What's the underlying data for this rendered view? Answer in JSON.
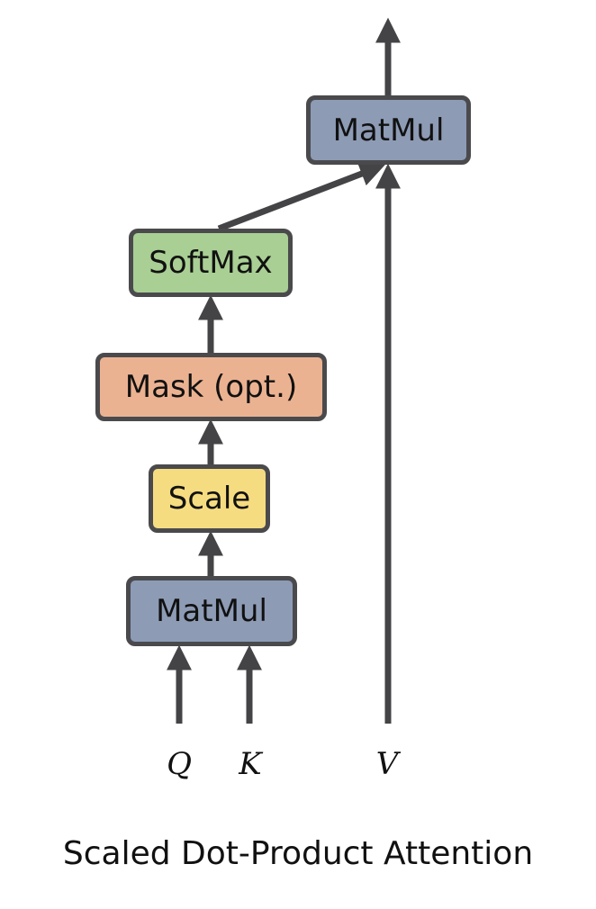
{
  "diagram": {
    "caption": "Scaled Dot-Product Attention",
    "nodes": {
      "matmul_top": {
        "label": "MatMul",
        "color": "#8d9bb5"
      },
      "softmax": {
        "label": "SoftMax",
        "color": "#a9cf94"
      },
      "mask": {
        "label": "Mask (opt.)",
        "color": "#ebb291"
      },
      "scale": {
        "label": "Scale",
        "color": "#f6dc81"
      },
      "matmul_bottom": {
        "label": "MatMul",
        "color": "#8d9bb5"
      }
    },
    "inputs": {
      "q": "Q",
      "k": "K",
      "v": "V"
    },
    "edges": [
      {
        "from": "Q",
        "to": "MatMul (bottom)"
      },
      {
        "from": "K",
        "to": "MatMul (bottom)"
      },
      {
        "from": "MatMul (bottom)",
        "to": "Scale"
      },
      {
        "from": "Scale",
        "to": "Mask (opt.)"
      },
      {
        "from": "Mask (opt.)",
        "to": "SoftMax"
      },
      {
        "from": "SoftMax",
        "to": "MatMul (top)"
      },
      {
        "from": "V",
        "to": "MatMul (top)"
      },
      {
        "from": "MatMul (top)",
        "to": "output"
      }
    ],
    "stroke_color": "#444447"
  }
}
